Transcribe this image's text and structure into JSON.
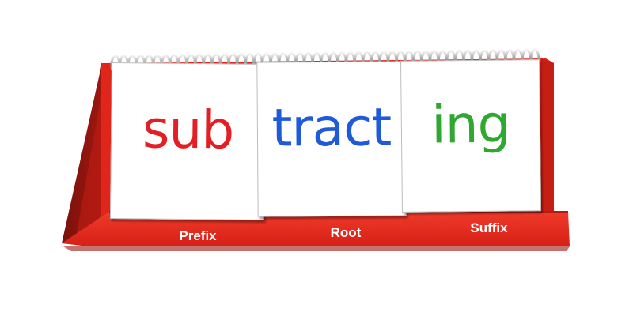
{
  "flip_chart": {
    "cards": [
      {
        "text": "sub",
        "color": "#e31e24"
      },
      {
        "text": "tract",
        "color": "#1f5bd8"
      },
      {
        "text": "ing",
        "color": "#2fa82f"
      }
    ],
    "labels": [
      "Prefix",
      "Root",
      "Suffix"
    ],
    "stand_color": "#e5261c",
    "stand_shadow_color": "#8f1510"
  }
}
